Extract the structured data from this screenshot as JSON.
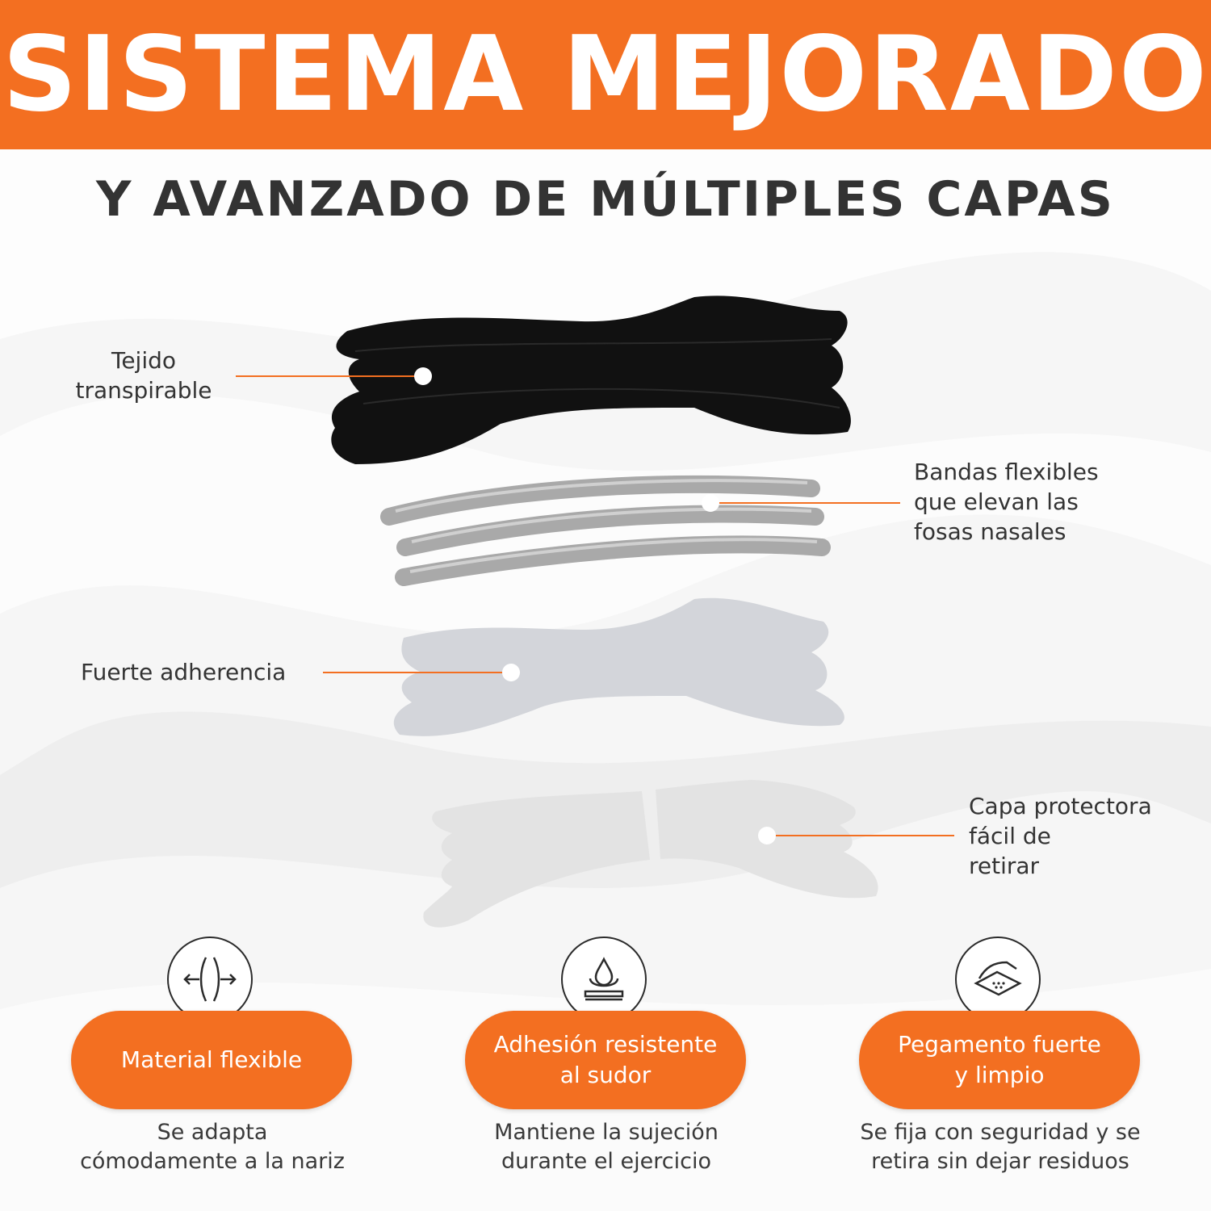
{
  "colors": {
    "accent": "#f36f21",
    "text": "#333333",
    "background": "#f6f6f6"
  },
  "banner": {
    "title": "SISTEMA MEJORADO"
  },
  "subtitle": "Y AVANZADO DE MÚLTIPLES CAPAS",
  "layers": [
    {
      "label": "Tejido\ntranspirable"
    },
    {
      "label": "Bandas flexibles\nque elevan las\nfosas nasales"
    },
    {
      "label": "Fuerte adherencia"
    },
    {
      "label": "Capa protectora\nfácil de\nretirar"
    }
  ],
  "features": [
    {
      "icon": "compress-arrows-icon",
      "title": "Material flexible",
      "description": "Se adapta\ncómodamente a la nariz"
    },
    {
      "icon": "water-drop-icon",
      "title": "Adhesión resistente\nal sudor",
      "description": "Mantiene la sujeción\ndurante el ejercicio"
    },
    {
      "icon": "adhesive-layers-icon",
      "title": "Pegamento fuerte\ny limpio",
      "description": "Se fija con seguridad y se\nretira sin dejar residuos"
    }
  ]
}
